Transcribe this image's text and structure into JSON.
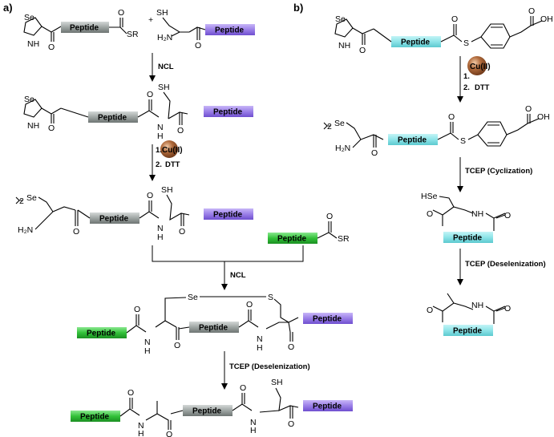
{
  "panels": [
    {
      "label": "a)"
    },
    {
      "label": "b)"
    }
  ],
  "atoms": {
    "se": "Se",
    "nh": "NH",
    "n_h": "N",
    "h": "H",
    "h2n": "H₂N",
    "o": "O",
    "s": "S",
    "r": "R",
    "sr": "SR",
    "sh": "SH",
    "hse": "HSe",
    "oh": "OH",
    "plus": "+",
    "dimer": "2"
  },
  "peptide_label": "Peptide",
  "reagents": {
    "ncl": "NCL",
    "cu_step_num": "1.",
    "cu": "Cu(II)",
    "dtt_step_num": "2.",
    "dtt": "DTT",
    "tcep_desel": "TCEP (Deselenization)",
    "tcep_cycl": "TCEP (Cyclization)"
  },
  "colors": {
    "gray_peptide": "#9ea5a3",
    "purple_peptide": "#9b7fe8",
    "green_peptide": "#33c23a",
    "cyan_peptide": "#8de4e8",
    "cu_ball": "#9a5a33"
  }
}
